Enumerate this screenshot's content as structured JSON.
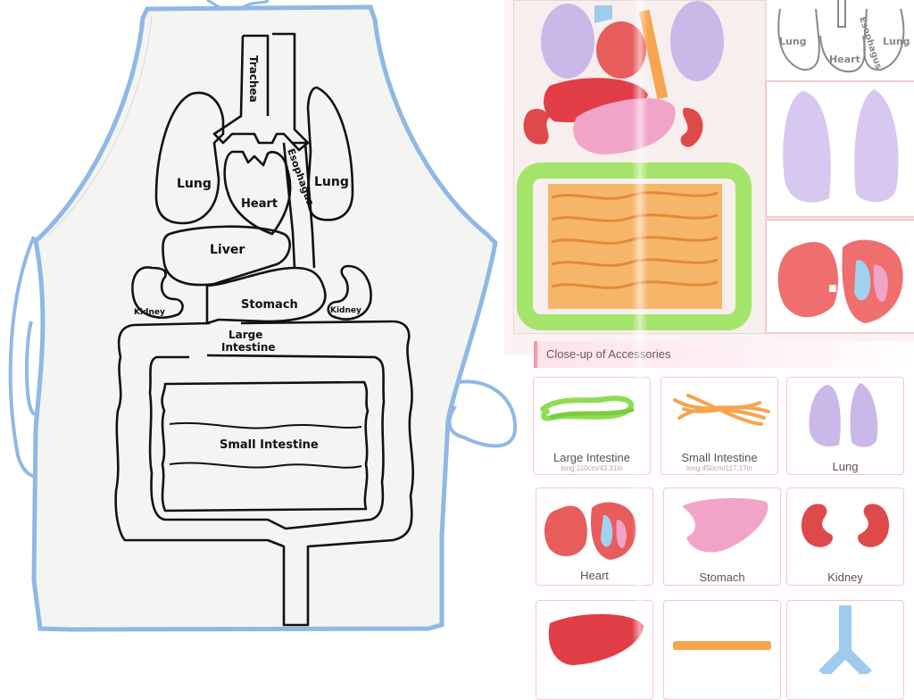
{
  "apron": {
    "labels": {
      "trachea": "Trachea",
      "lung_left": "Lung",
      "lung_right": "Lung",
      "heart": "Heart",
      "esophagus": "Esophagus",
      "liver": "Liver",
      "kidney_left": "Kidney",
      "kidney_right": "Kidney",
      "stomach": "Stomach",
      "large_intestine": "Large Intestine",
      "small_intestine": "Small Intestine"
    }
  },
  "thumbnail_top": {
    "lung_left": "Lung",
    "heart": "Heart",
    "esophagus": "Esophagus",
    "lung_right": "Lung"
  },
  "accessories": {
    "header": "Close-up of Accessories",
    "items": [
      {
        "label": "Large Intestine",
        "sub": "long:110cm/43.31in"
      },
      {
        "label": "Small Intestine",
        "sub": "long:450cm/117.17in"
      },
      {
        "label": "Lung",
        "sub": ""
      },
      {
        "label": "Heart",
        "sub": ""
      },
      {
        "label": "Stomach",
        "sub": ""
      },
      {
        "label": "Kidney",
        "sub": ""
      },
      {
        "label": "",
        "sub": ""
      },
      {
        "label": "",
        "sub": ""
      },
      {
        "label": "",
        "sub": ""
      }
    ]
  },
  "colors": {
    "apron_trim": "#8fb8e6",
    "card_border": "#f3c7d0",
    "large_intestine_green": "#8fdc52",
    "small_intestine_orange": "#f6a54e",
    "lung_purple": "#c9b8e8",
    "heart_red": "#e85c5c",
    "stomach_pink": "#f2a3c8",
    "kidney_red": "#de4a4a",
    "liver_red": "#e23e48",
    "trachea_blue": "#9ecbee"
  }
}
